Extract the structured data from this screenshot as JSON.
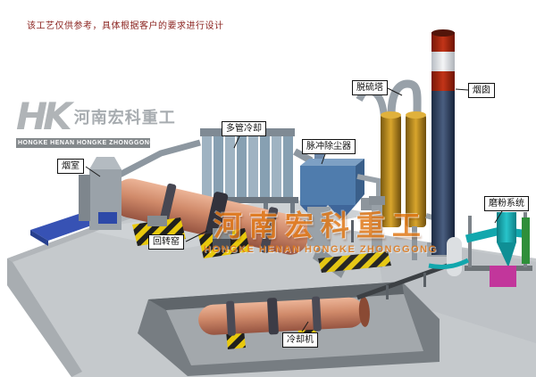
{
  "page": {
    "disclaimer": "该工艺仅供参考，具体根据客户的要求进行设计",
    "background": "#ffffff"
  },
  "logo": {
    "initials": "HK",
    "company_cn": "河南宏科重工",
    "company_en": "HONGKE HENAN HONGKE ZHONGGONG"
  },
  "watermark": {
    "company_cn": "河南宏科重工",
    "company_en": "HONGKE HENAN HONGKE ZHONGGONG"
  },
  "labels": {
    "smoke_chamber": "烟室",
    "rotary_kiln": "回转窑",
    "multi_tube_cooler": "多管冷却",
    "pulse_dust_collector": "脉冲除尘器",
    "desulfurization_tower": "脱硫塔",
    "chimney": "烟囱",
    "grinding_system": "磨粉系统",
    "cooling_machine": "冷却机"
  },
  "colors": {
    "disclaimer_text": "#8b2420",
    "kiln_shell": "#d08a6a",
    "dust_collector_blue": "#4f7cad",
    "tower_orange": "#d8a52c",
    "chimney_navy": "#2c3e5c",
    "chimney_red": "#b52a10",
    "hazard_yellow": "#e8c80c",
    "watermark_orange": "#e07818",
    "platform_gray": "#c5c9cc",
    "teal_pipe": "#12a7ad",
    "magenta_unit": "#c2369b"
  }
}
